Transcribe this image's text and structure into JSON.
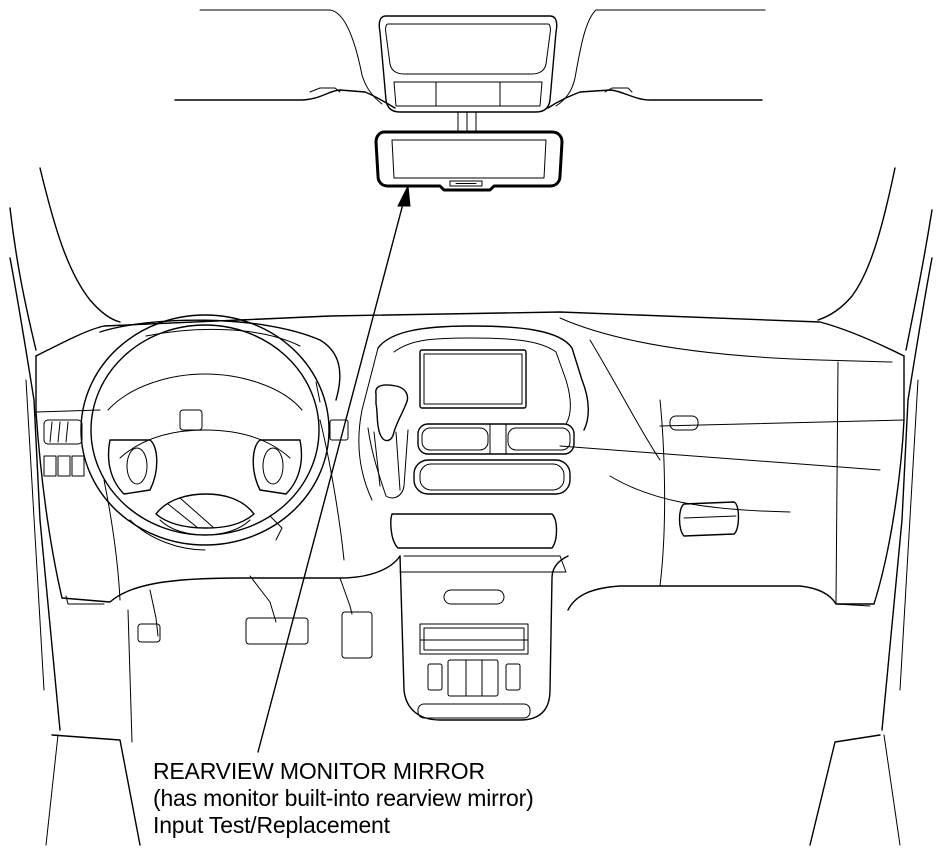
{
  "callout": {
    "line1": "REARVIEW MONITOR MIRROR",
    "line2": "(has monitor built-into rearview mirror)",
    "line3": "Input Test/Replacement"
  },
  "colors": {
    "line": "#000000",
    "background": "#ffffff"
  }
}
